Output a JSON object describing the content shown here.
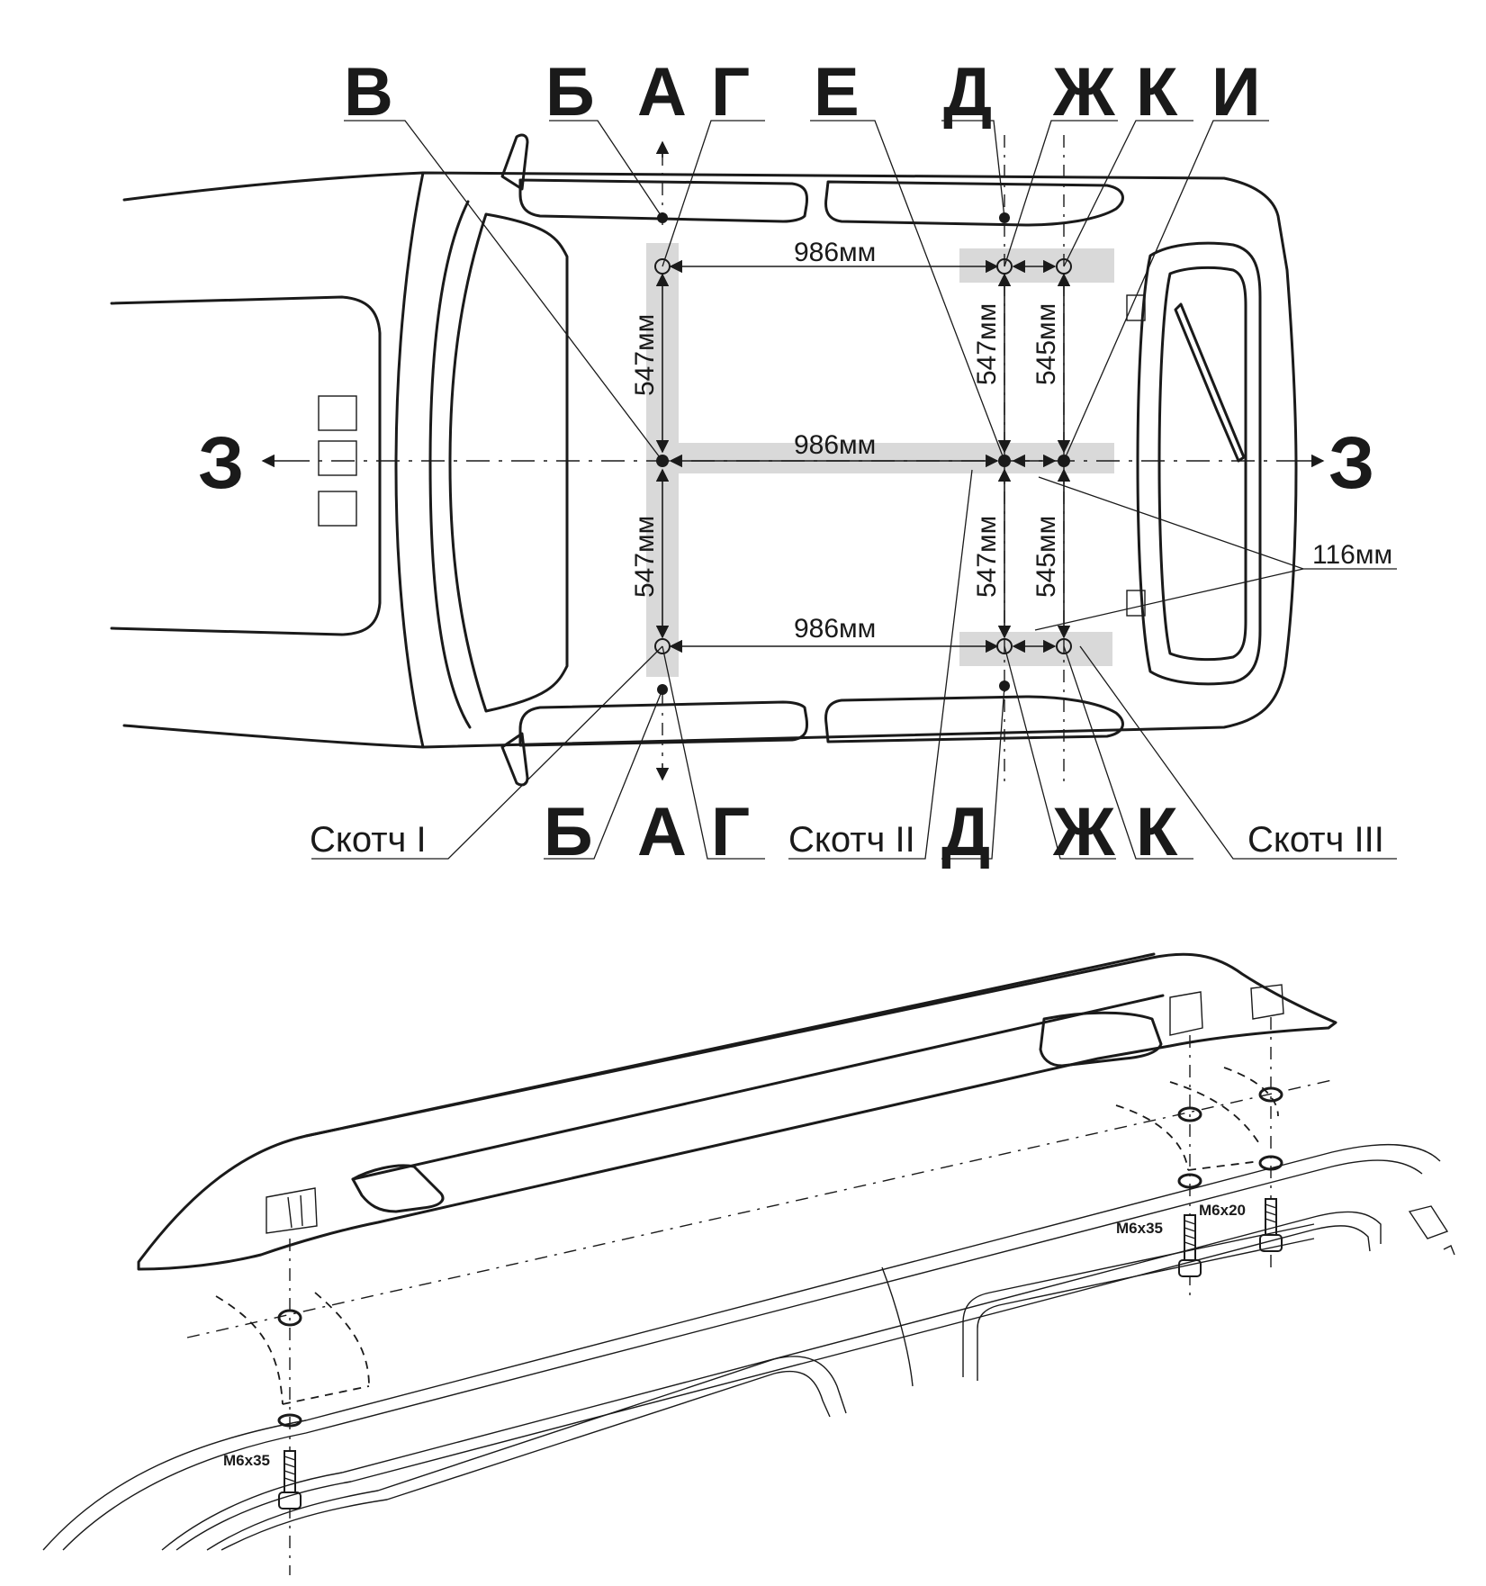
{
  "labels": {
    "top": [
      "В",
      "Б",
      "А",
      "Г",
      "Е",
      "Д",
      "Ж",
      "К",
      "И"
    ],
    "bottom": [
      "Б",
      "А",
      "Г",
      "Д",
      "Ж",
      "К"
    ],
    "side_left": "З",
    "side_right": "З"
  },
  "dimensions": {
    "length_top": "986мм",
    "length_middle": "986мм",
    "length_bottom": "986мм",
    "front_width_top": "547мм",
    "front_width_bottom": "547мм",
    "middle_width_top": "547мм",
    "middle_width_bottom": "547мм",
    "rear_width_top": "545мм",
    "rear_width_bottom": "545мм",
    "offset": "116мм"
  },
  "tapes": {
    "tape_1": "Скотч I",
    "tape_2": "Скотч II",
    "tape_3": "Скотч III"
  },
  "bolts": {
    "front": "M6x35",
    "rear_long": "M6x35",
    "rear_short": "M6x20"
  }
}
